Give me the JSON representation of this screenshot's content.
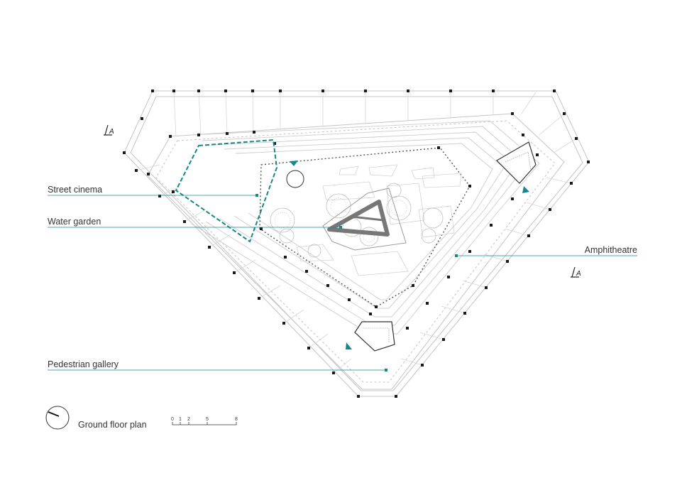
{
  "labels": {
    "street_cinema": "Street cinema",
    "water_garden": "Water garden",
    "amphitheatre": "Amphitheatre",
    "pedestrian_gallery": "Pedestrian gallery"
  },
  "section_marks": {
    "left": "A",
    "right": "A"
  },
  "title": "Ground floor plan",
  "scale_bar": {
    "ticks": [
      "0",
      "1",
      "2",
      "5",
      "8"
    ]
  },
  "colors": {
    "accent": "#17878c",
    "line": "#bdbdbd",
    "dark": "#1a1a1a",
    "tree": "#b8b8b8"
  }
}
